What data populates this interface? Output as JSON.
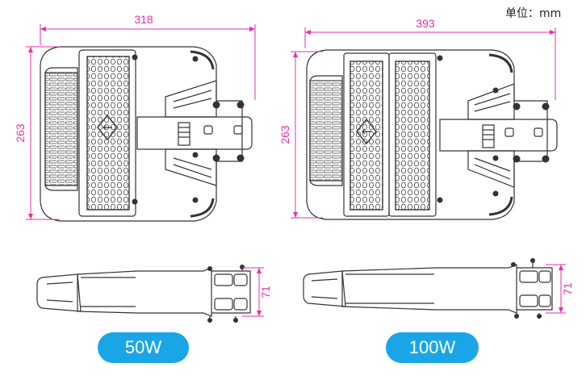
{
  "unit_label": "单位：mm",
  "colors": {
    "dimension": "#e62fa8",
    "outline": "#333333",
    "pill": "#1aa6e6"
  },
  "products": [
    {
      "label": "50W",
      "width": "318",
      "height": "263",
      "side_height": "71"
    },
    {
      "label": "100W",
      "width": "393",
      "height": "263",
      "side_height": "71"
    }
  ]
}
